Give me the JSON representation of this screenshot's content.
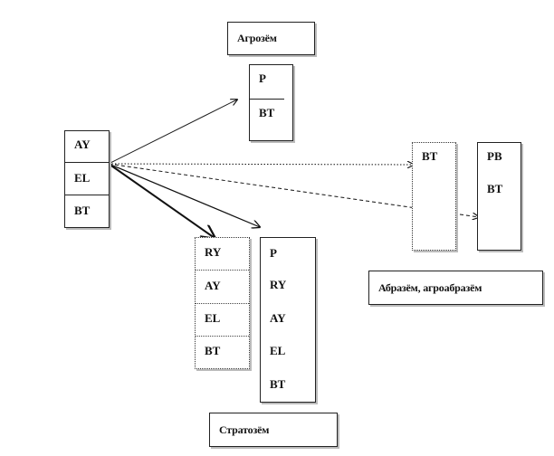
{
  "labels": {
    "agrozem": "Агрозём",
    "abrazem": "Абразём, агроабразём",
    "stratozem": "Стратозём"
  },
  "profiles": {
    "source": [
      "AY",
      "EL",
      "BT"
    ],
    "agrozem": [
      "P",
      "BT"
    ],
    "abrazem_left": [
      "BT"
    ],
    "abrazem_right": [
      "PB",
      "BT"
    ],
    "stratozem_left": [
      "RY",
      "AY",
      "EL",
      "BT"
    ],
    "stratozem_right": [
      "P",
      "RY",
      "AY",
      "EL",
      "BT"
    ]
  }
}
